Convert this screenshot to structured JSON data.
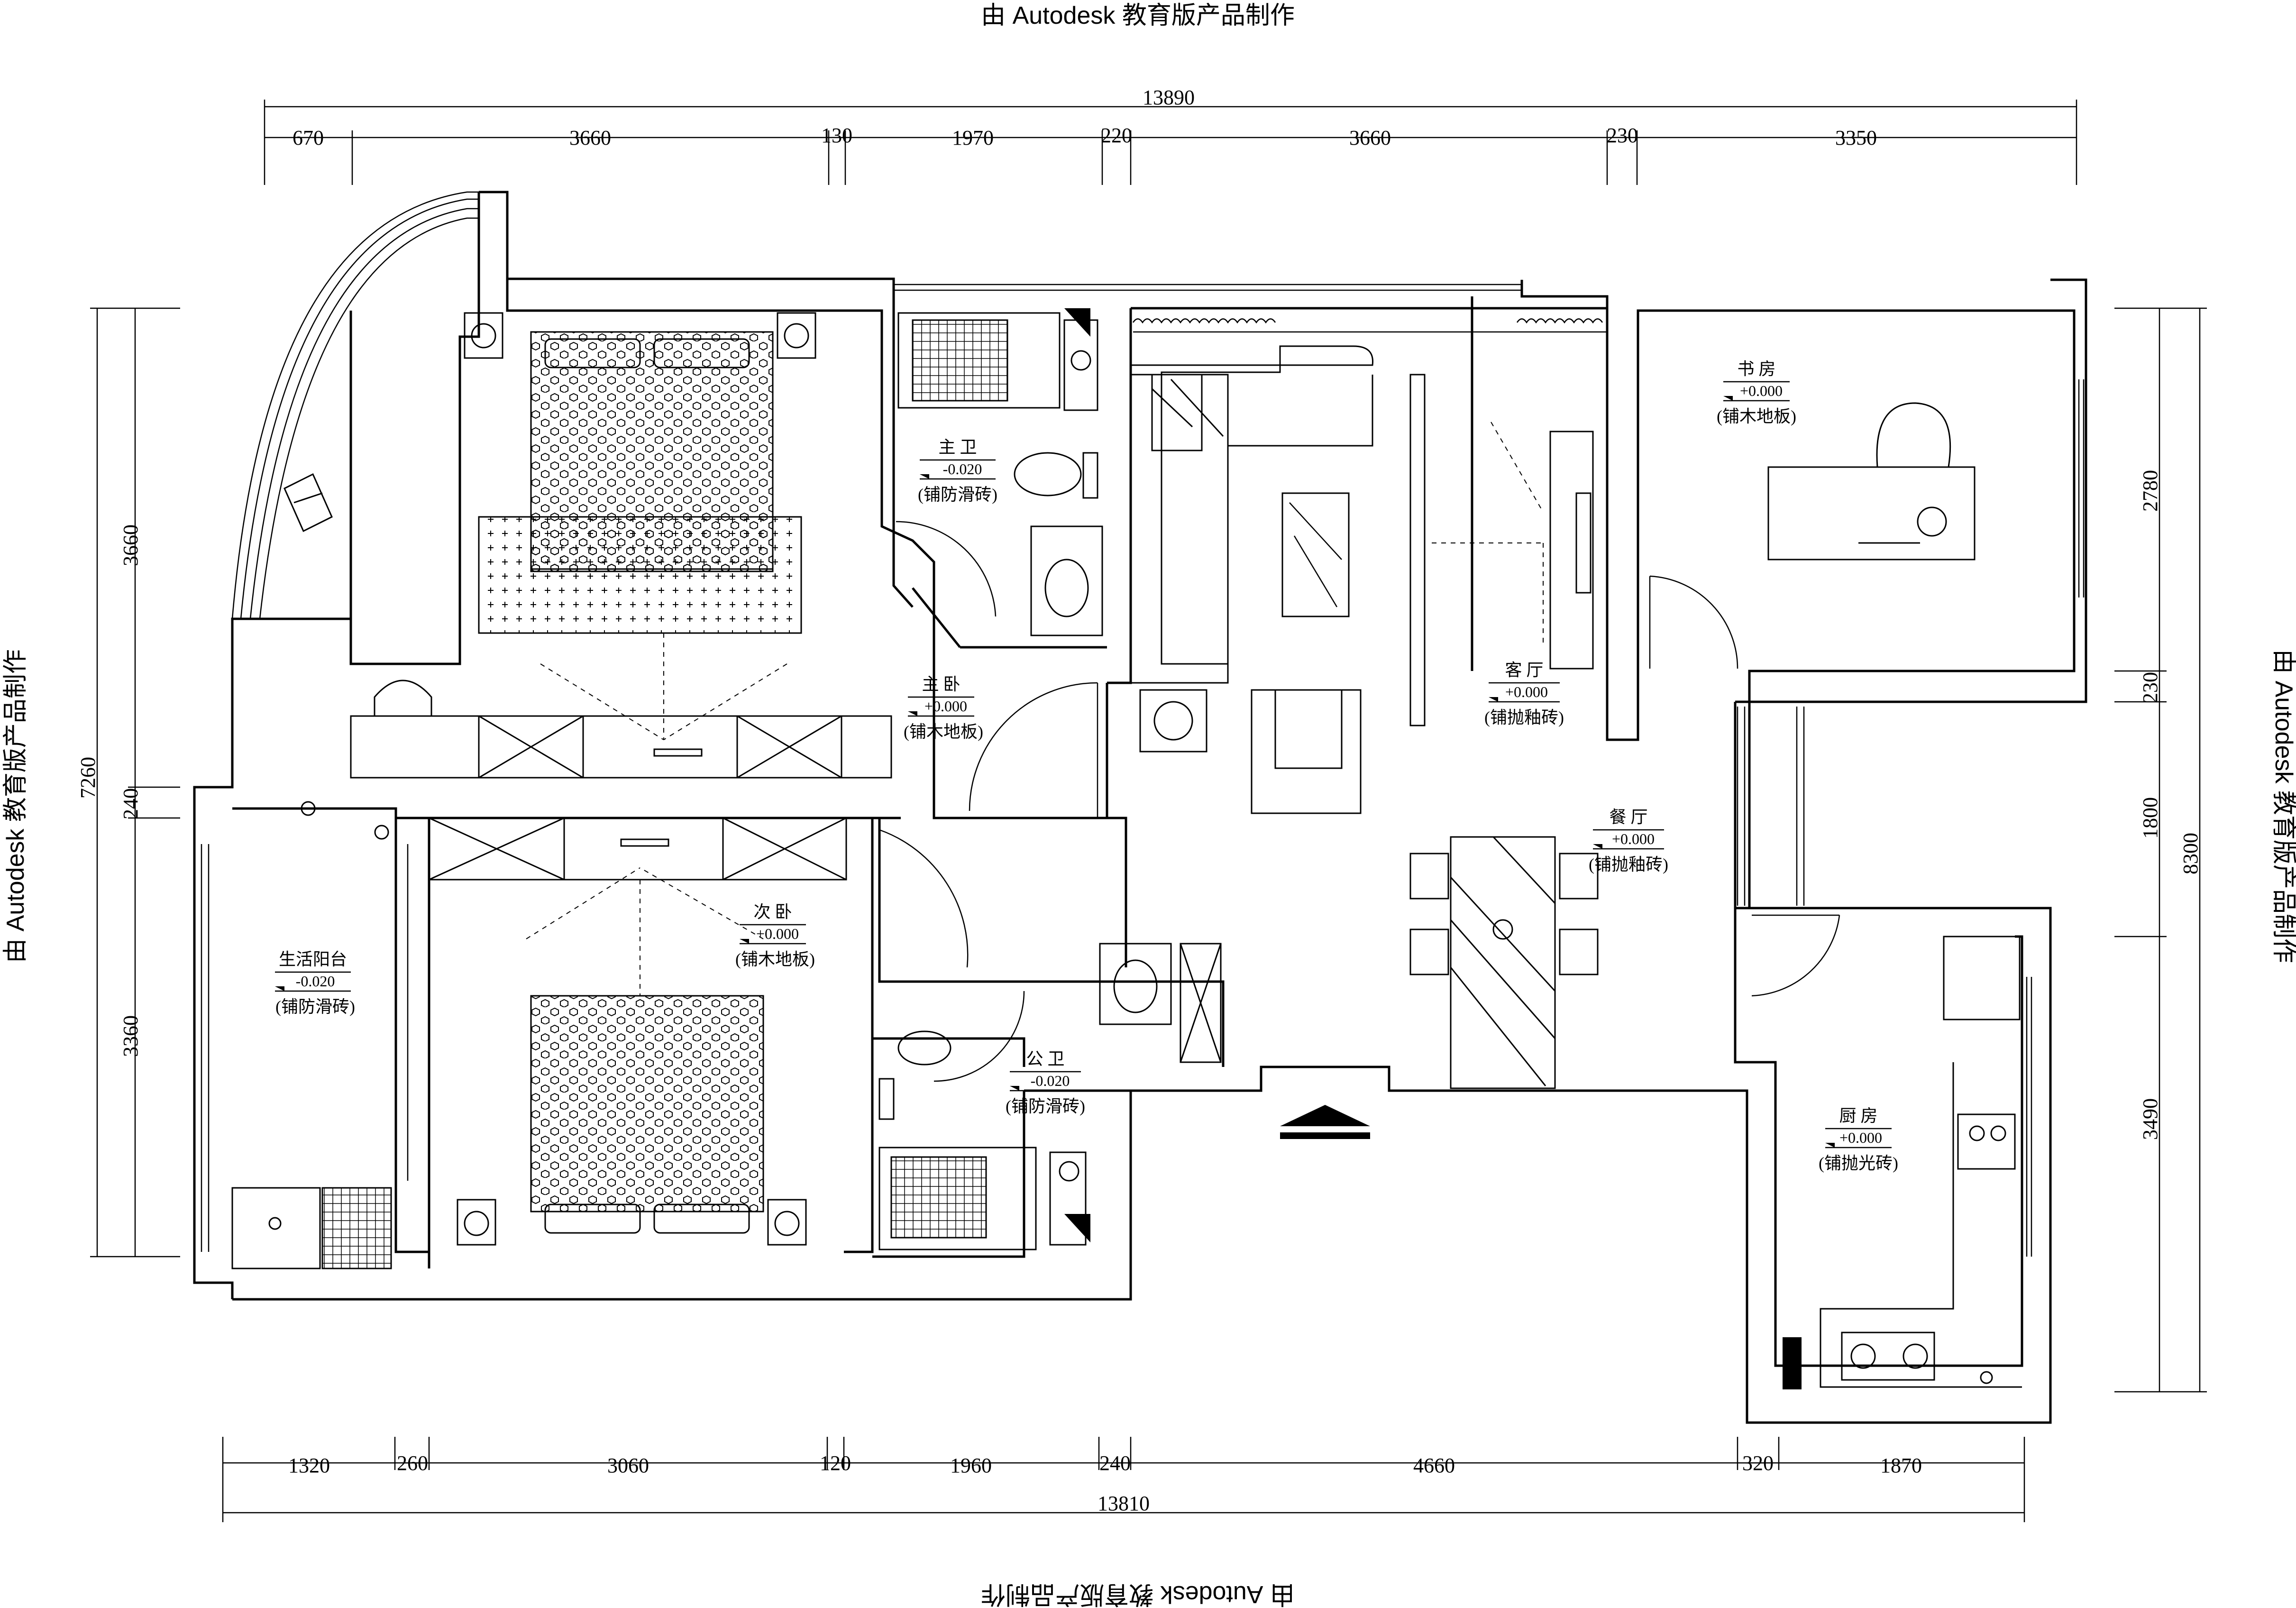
{
  "watermark": {
    "top": "由 Autodesk 教育版产品制作",
    "bottom": "由 Autodesk 教育版产品制作",
    "left": "由 Autodesk 教育版产品制作",
    "right": "由 Autodesk 教育版产品制作"
  },
  "dimensions": {
    "top_total": "13890",
    "top": [
      "670",
      "3660",
      "130",
      "1970",
      "220",
      "3660",
      "230",
      "3350"
    ],
    "bottom_total": "13810",
    "bottom": [
      "1320",
      "260",
      "3060",
      "120",
      "1960",
      "240",
      "4660",
      "320",
      "1870"
    ],
    "left_total": "7260",
    "left": [
      "3660",
      "240",
      "3360"
    ],
    "right_total": "8300",
    "right": [
      "2780",
      "230",
      "1800",
      "3490"
    ]
  },
  "rooms": [
    {
      "key": "master_bath",
      "name": "主 卫",
      "level": "-0.020",
      "material": "(铺防滑砖)"
    },
    {
      "key": "master_bed",
      "name": "主 卧",
      "level": "+0.000",
      "material": "(铺木地板)"
    },
    {
      "key": "living",
      "name": "客 厅",
      "level": "+0.000",
      "material": "(铺抛釉砖)"
    },
    {
      "key": "study",
      "name": "书 房",
      "level": "+0.000",
      "material": "(铺木地板)"
    },
    {
      "key": "dining",
      "name": "餐 厅",
      "level": "+0.000",
      "material": "(铺抛釉砖)"
    },
    {
      "key": "second_bed",
      "name": "次 卧",
      "level": "+0.000",
      "material": "(铺木地板)"
    },
    {
      "key": "balcony",
      "name": "生活阳台",
      "level": "-0.020",
      "material": "(铺防滑砖)"
    },
    {
      "key": "public_bath",
      "name": "公 卫",
      "level": "-0.020",
      "material": "(铺防滑砖)"
    },
    {
      "key": "kitchen",
      "name": "厨 房",
      "level": "+0.000",
      "material": "(铺抛光砖)"
    }
  ]
}
